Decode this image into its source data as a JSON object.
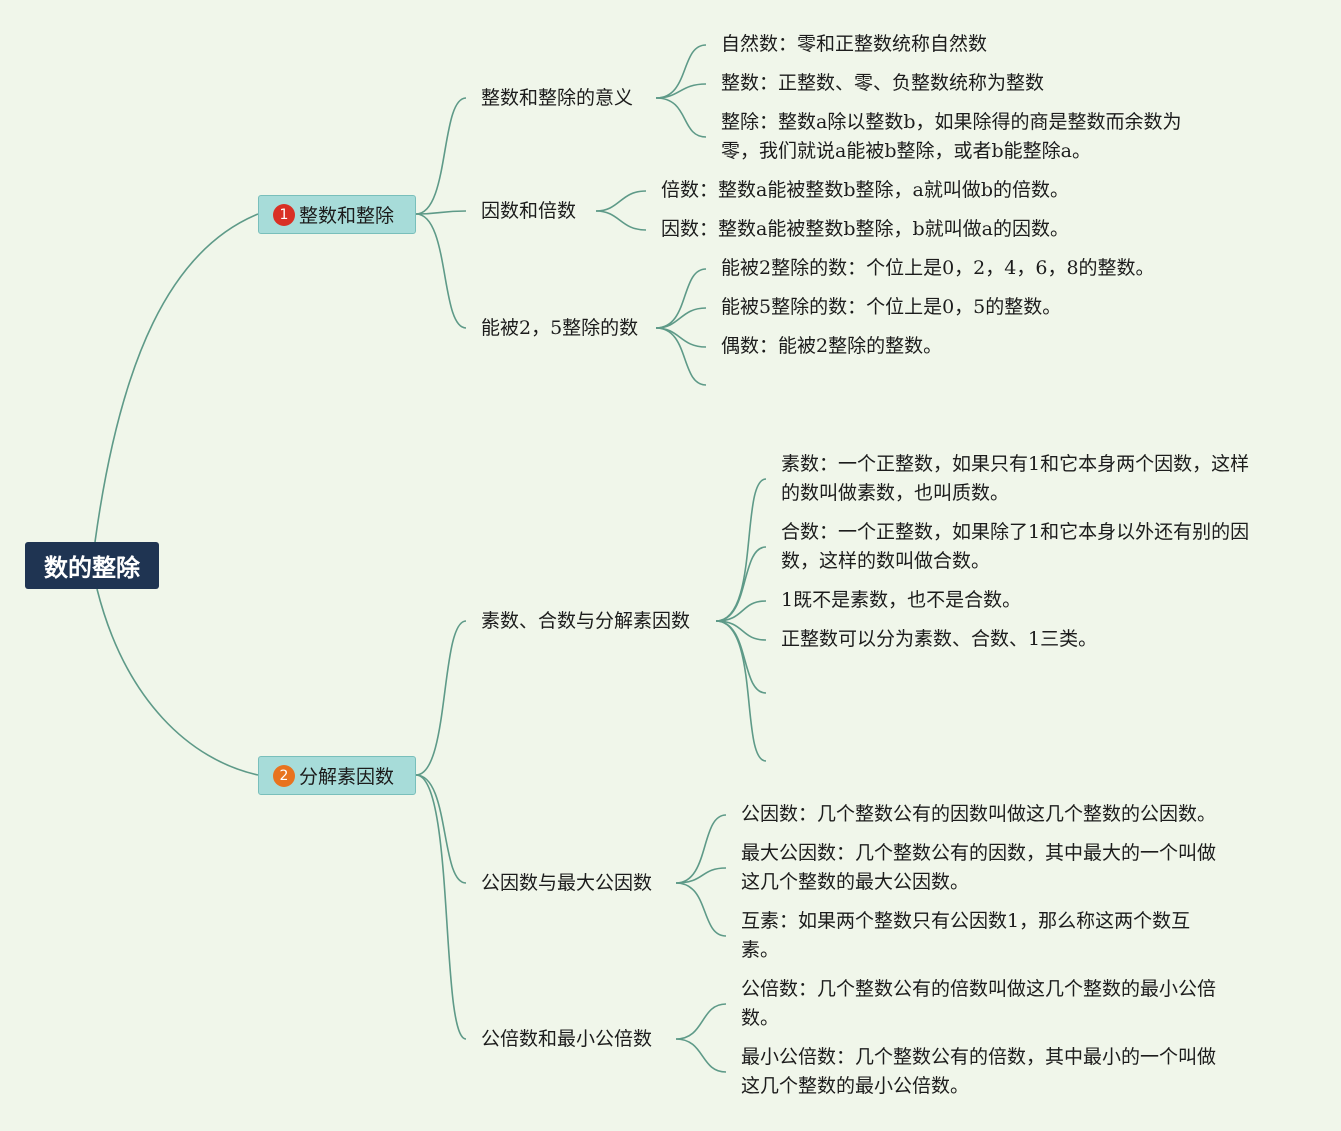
{
  "root": {
    "label": "数的整除"
  },
  "branches": [
    {
      "label": "整数和整除",
      "badge": "1",
      "badge_color": "#d93025",
      "children": [
        {
          "label": "整数和整除的意义",
          "leaves": [
            [
              "自然数：零和正整数统称自然数"
            ],
            [
              "整数：正整数、零、负整数统称为整数"
            ],
            [
              "整除：整数a除以整数b，如果除得的商是整数而余数为",
              "零，我们就说a能被b整除，或者b能整除a。"
            ]
          ]
        },
        {
          "label": "因数和倍数",
          "leaves": [
            [
              "倍数：整数a能被整数b整除，a就叫做b的倍数。"
            ],
            [
              "因数：整数a能被整数b整除，b就叫做a的因数。"
            ]
          ]
        },
        {
          "label": "能被2，5整除的数",
          "leaves": [
            [
              "能被2整除的数：个位上是0，2，4，6，8的整数。"
            ],
            [
              "能被5整除的数：个位上是0，5的整数。"
            ],
            [
              "偶数：能被2整除的整数。"
            ]
          ]
        }
      ]
    },
    {
      "label": "分解素因数",
      "badge": "2",
      "badge_color": "#e8731f",
      "children": [
        {
          "label": "素数、合数与分解素因数",
          "leaves": [
            [
              "素数：一个正整数，如果只有1和它本身两个因数，这样",
              "的数叫做素数，也叫质数。"
            ],
            [
              "合数：一个正整数，如果除了1和它本身以外还有别的因",
              "数，这样的数叫做合数。"
            ],
            [
              "1既不是素数，也不是合数。"
            ],
            [
              "正整数可以分为素数、合数、1三类。"
            ]
          ]
        },
        {
          "label": "公因数与最大公因数",
          "leaves": [
            [
              "公因数：几个整数公有的因数叫做这几个整数的公因数。"
            ],
            [
              "最大公因数：几个整数公有的因数，其中最大的一个叫做",
              "这几个整数的最大公因数。"
            ],
            [
              "互素：如果两个整数只有公因数1，那么称这两个数互",
              "素。"
            ]
          ]
        },
        {
          "label": "公倍数和最小公倍数",
          "leaves": [
            [
              "公倍数：几个整数公有的倍数叫做这几个整数的最小公倍",
              "数。"
            ],
            [
              "最小公倍数：几个整数公有的倍数，其中最小的一个叫做",
              "这几个整数的最小公倍数。"
            ]
          ]
        }
      ]
    }
  ]
}
